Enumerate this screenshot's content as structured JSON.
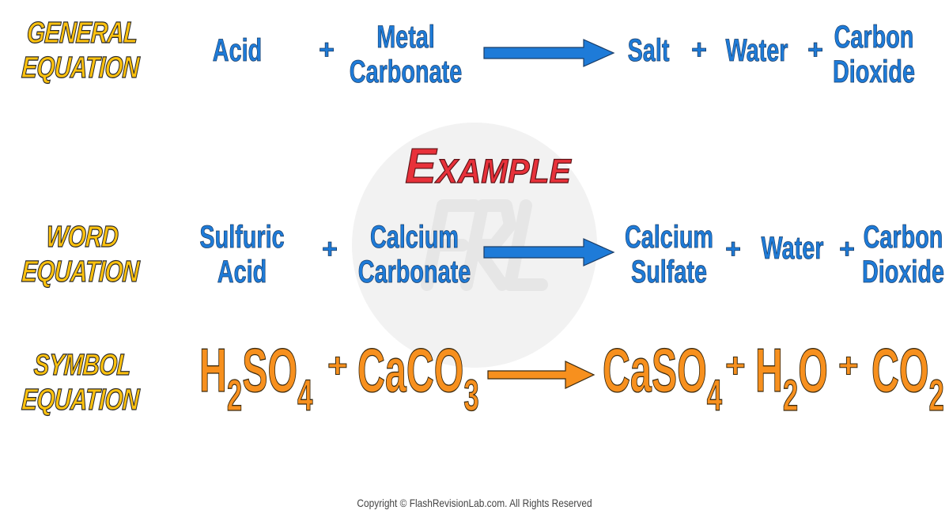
{
  "labels": {
    "general": [
      "GENERAL",
      "EQUATION"
    ],
    "word": [
      "WORD",
      "EQUATION"
    ],
    "symbol": [
      "SYMBOL",
      "EQUATION"
    ]
  },
  "general_equation": {
    "reactant1": "Acid",
    "reactant2": [
      "Metal",
      "Carbonate"
    ],
    "product1": "Salt",
    "product2": "Water",
    "product3": [
      "Carbon",
      "Dioxide"
    ]
  },
  "example_heading": "Example",
  "watermark": "FRL",
  "word_equation": {
    "reactant1": [
      "Sulfuric",
      "Acid"
    ],
    "reactant2": [
      "Calcium",
      "Carbonate"
    ],
    "product1": [
      "Calcium",
      "Sulfate"
    ],
    "product2": "Water",
    "product3": [
      "Carbon",
      "Dioxide"
    ]
  },
  "symbol_equation": {
    "r1": {
      "a": "H",
      "a_sub": "2",
      "b": "SO",
      "b_sub": "4"
    },
    "r2": {
      "a": "CaCO",
      "a_sub": "3"
    },
    "p1": {
      "a": "CaSO",
      "a_sub": "4"
    },
    "p2": {
      "a": "H",
      "a_sub": "2",
      "b": "O"
    },
    "p3": {
      "a": "CO",
      "a_sub": "2"
    }
  },
  "plus": "+",
  "copyright": "Copyright © FlashRevisionLab.com. All Rights Reserved",
  "colors": {
    "label": "#FFC20E",
    "word": "#1E7BD8",
    "symbol": "#F7901E",
    "example": "#E8313A"
  }
}
